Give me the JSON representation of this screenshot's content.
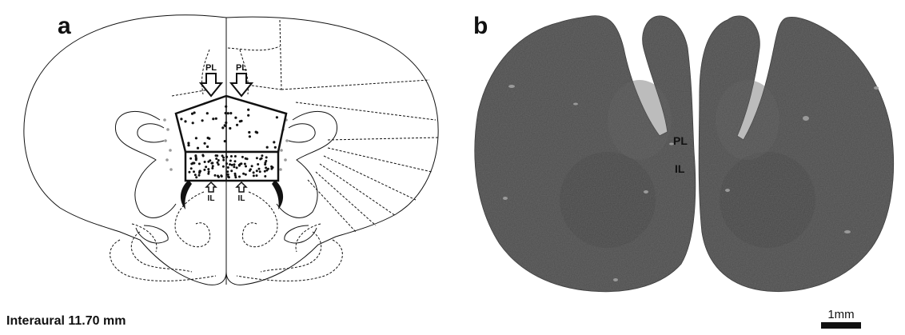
{
  "panels": {
    "a": {
      "letter": "a",
      "region_labels": {
        "pl_left": "PL",
        "pl_right": "PL",
        "il_left": "IL",
        "il_right": "IL"
      }
    },
    "b": {
      "letter": "b",
      "region_labels": {
        "pl": "PL",
        "il": "IL"
      }
    }
  },
  "footer": {
    "interaural": "Interaural 11.70 mm",
    "scale_bar": "1mm"
  },
  "colors": {
    "tissue": "#4a4a4a",
    "tissue_dark": "#3a3a3a",
    "line": "#111111"
  }
}
